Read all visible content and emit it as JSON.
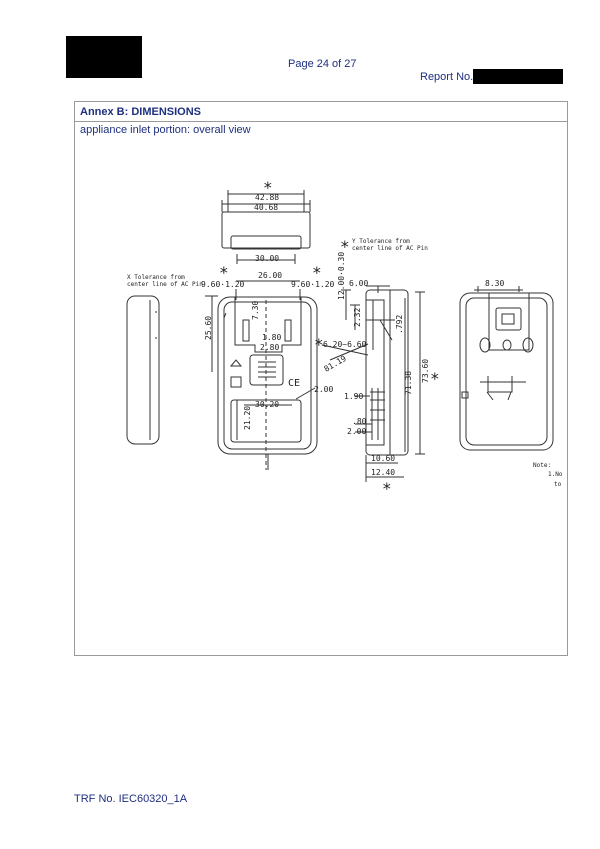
{
  "header": {
    "page": "Page 24 of 27",
    "report_label": "Report No."
  },
  "annex": {
    "title": "Annex B: DIMENSIONS",
    "subtitle": "appliance inlet portion: overall view"
  },
  "drawing": {
    "dims": {
      "d4288": "42.88",
      "d4068": "40.68",
      "d3000": "30.00",
      "d2600": "26.00",
      "d960120a": "9.60·1.20",
      "d960120b": "9.60·1.20",
      "d2560": "25.60",
      "d730": "7.30",
      "d180": "1.80",
      "d280": "2.80",
      "d3020": "30.20",
      "d2120": "21.20",
      "d200a": "2.00",
      "d8119": "81.19",
      "d1200730": "12.00·0.30",
      "d600": "6.00",
      "d232": "2.32",
      "d620": "6.20~6.60",
      "d190": "1.90",
      "d080": ".80",
      "d200b": "2.00",
      "d7138": "71.38",
      "d7360": "73.60",
      "d1060": "10.60",
      "d1240": "12.40",
      "d830": "8.30",
      "d792": ".792"
    },
    "notes": {
      "x_tol_1": "X Tolerance from",
      "x_tol_2": "center line of AC Pin",
      "y_tol_1": "Y Tolerance from",
      "y_tol_2": "center line of AC Pin",
      "note_1": "Note:",
      "note_2": "1.No",
      "note_3": "to"
    },
    "star": "*",
    "ce": "CE"
  },
  "footer": {
    "trf": "TRF No. IEC60320_1A"
  }
}
